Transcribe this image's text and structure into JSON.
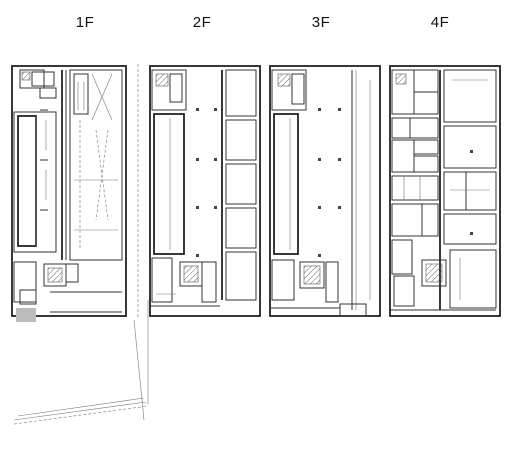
{
  "floors": [
    {
      "id": "1F",
      "label": "1F"
    },
    {
      "id": "2F",
      "label": "2F"
    },
    {
      "id": "3F",
      "label": "3F"
    },
    {
      "id": "4F",
      "label": "4F"
    }
  ]
}
